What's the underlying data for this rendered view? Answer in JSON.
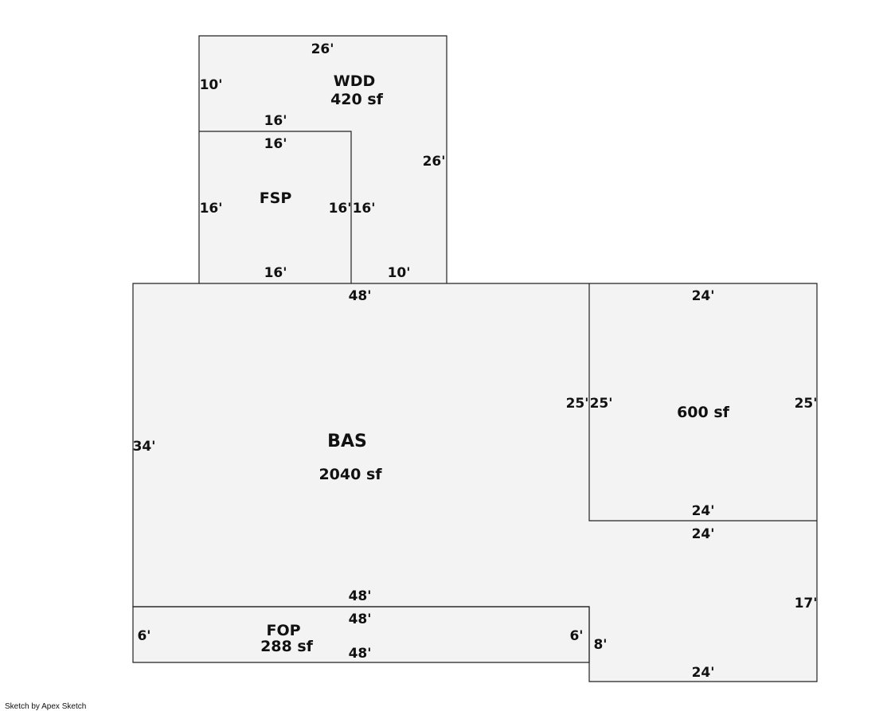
{
  "credit": "Sketch by Apex Sketch",
  "areas": {
    "wdd": {
      "code": "WDD",
      "area": "420 sf"
    },
    "fsp": {
      "code": "FSP"
    },
    "bas": {
      "code": "BAS",
      "area": "2040 sf"
    },
    "garage": {
      "area": "600 sf"
    },
    "fop": {
      "code": "FOP",
      "area": "288 sf"
    }
  },
  "dimensions": {
    "wdd_top": "26'",
    "wdd_left": "10'",
    "wdd_inner_top": "16'",
    "wdd_right": "26'",
    "wdd_bottom": "10'",
    "fsp_top": "16'",
    "fsp_left": "16'",
    "fsp_right": "16'",
    "fsp_right_outer": "16'",
    "fsp_bottom": "16'",
    "bas_top": "48'",
    "bas_left": "34'",
    "bas_right_upper": "25'",
    "bas_bottom": "48'",
    "bas_right_lower": "8'",
    "bas_bottom_right": "24'",
    "bas_right_side": "17'",
    "bas_garage_bottom": "24'",
    "garage_top": "24'",
    "garage_left": "25'",
    "garage_right": "25'",
    "garage_bottom": "24'",
    "fop_top": "48'",
    "fop_bottom": "48'",
    "fop_left": "6'",
    "fop_right": "6'"
  }
}
